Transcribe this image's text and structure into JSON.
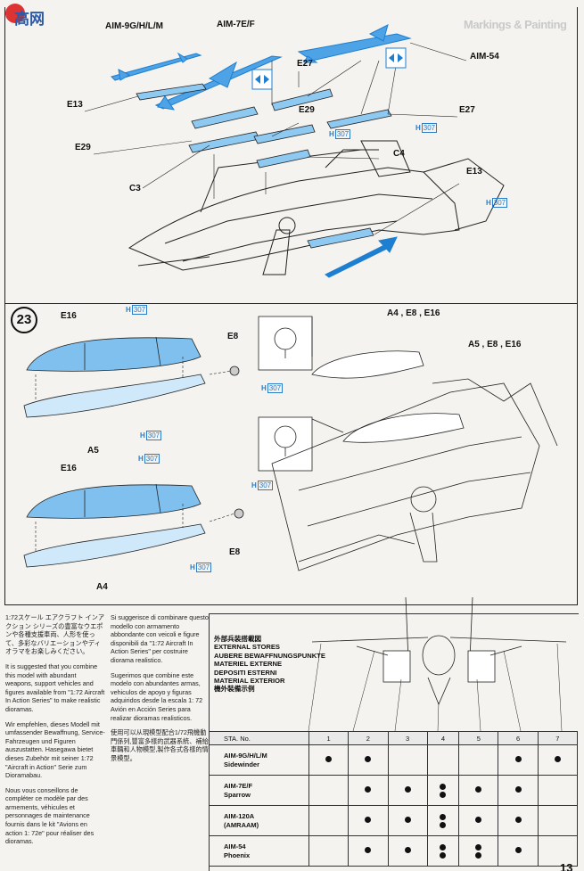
{
  "watermark": {
    "text": "高网"
  },
  "header": {
    "title": "Markings & Painting"
  },
  "colors": {
    "blue": "#4ea3e6",
    "blue_dark": "#1e7fd0",
    "ink": "#111111",
    "paper": "#f4f3ef"
  },
  "step22": {
    "labels": {
      "aim9": "AIM-9G/H/L/M",
      "aim7": "AIM-7E/F",
      "aim54": "AIM-54",
      "e27a": "E27",
      "e27b": "E27",
      "e13a": "E13",
      "e29a": "E29",
      "e29b": "E29",
      "c3": "C3",
      "c4": "C4",
      "e13b": "E13"
    },
    "paint": {
      "h": "H",
      "code": "307"
    }
  },
  "step23": {
    "number": "23",
    "labels": {
      "e16a": "E16",
      "e16b": "E16",
      "e8a": "E8",
      "e8b": "E8",
      "a5": "A5",
      "a4": "A4",
      "callout1": "A4 , E8 , E16",
      "callout2": "A5 , E8 , E16"
    },
    "paint": {
      "h": "H",
      "code": "307"
    }
  },
  "text_left": {
    "ja": "1:72スケール エアクラフト インアクション シリーズの豊富なウエポンや各種支援車両、人形を使って、多彩なバリエーションやディオラマをお楽しみください。",
    "en": "It is suggested that you combine this model with abundant weapons, support vehicles and figures available from \"1:72 Aircraft In Action Series\" to make realistic dioramas.",
    "de": "Wir empfehlen, dieses Modell mit umfassender Bewaffnung, Service-Fahrzeugen und Figuren auszustatten. Hasegawa bietet dieses Zubehör mit seiner 1:72 \"Aircraft in Action\" Serie zum Dioramabau.",
    "fr": "Nous vous conseillons de compléter ce modèle par des armements, véhicules et personnages de maintenance fournis dans le kit \"Avions en action 1: 72e\" pour réaliser des dioramas."
  },
  "text_mid": {
    "it": "Si suggerisce di combinare questo modello con armamento abbondante con veicoli e figure disponibili da \"1:72 Aircraft In Action Series\" per costruire diorama realistico.",
    "es": "Sugerimos que combine este modelo con abundantes armas, vehiculos de apoyo y figuras adquiridos desde la escala 1: 72 Avión en Acción Series para realizar dioramas realisticos.",
    "zh": "使用可以从現模型配合1/72飛機動門係列,豐富多樣的武器系統、補給車輛和人物模型,製作各式各樣的情景模型。"
  },
  "stores": {
    "title_ja": "外部兵装搭載図",
    "titles": [
      "EXTERNAL STORES",
      "AUBERE BEWAFFNUNGSPUNKTE",
      "MATERIEL EXTERNE",
      "DEPOSITI ESTERNI",
      "MATERIAL EXTERIOR"
    ],
    "title_zh": "機外裝備示例",
    "sta_label": "STA. No.",
    "stations": [
      "1",
      "2",
      "3",
      "4",
      "5",
      "6",
      "7"
    ],
    "rows": [
      {
        "name": "AIM-9G/H/L/M",
        "sub": "Sidewinder",
        "dots": [
          1,
          1,
          0,
          0,
          0,
          1,
          1
        ]
      },
      {
        "name": "AIM-7E/F",
        "sub": "Sparrow",
        "dots": [
          0,
          1,
          1,
          2,
          1,
          1,
          0
        ]
      },
      {
        "name": "AIM-120A",
        "sub": "(AMRAAM)",
        "dots": [
          0,
          1,
          1,
          2,
          1,
          1,
          0
        ]
      },
      {
        "name": "AIM-54",
        "sub": "Phoenix",
        "dots": [
          0,
          1,
          1,
          2,
          2,
          1,
          0
        ]
      }
    ]
  },
  "page_number": "13"
}
